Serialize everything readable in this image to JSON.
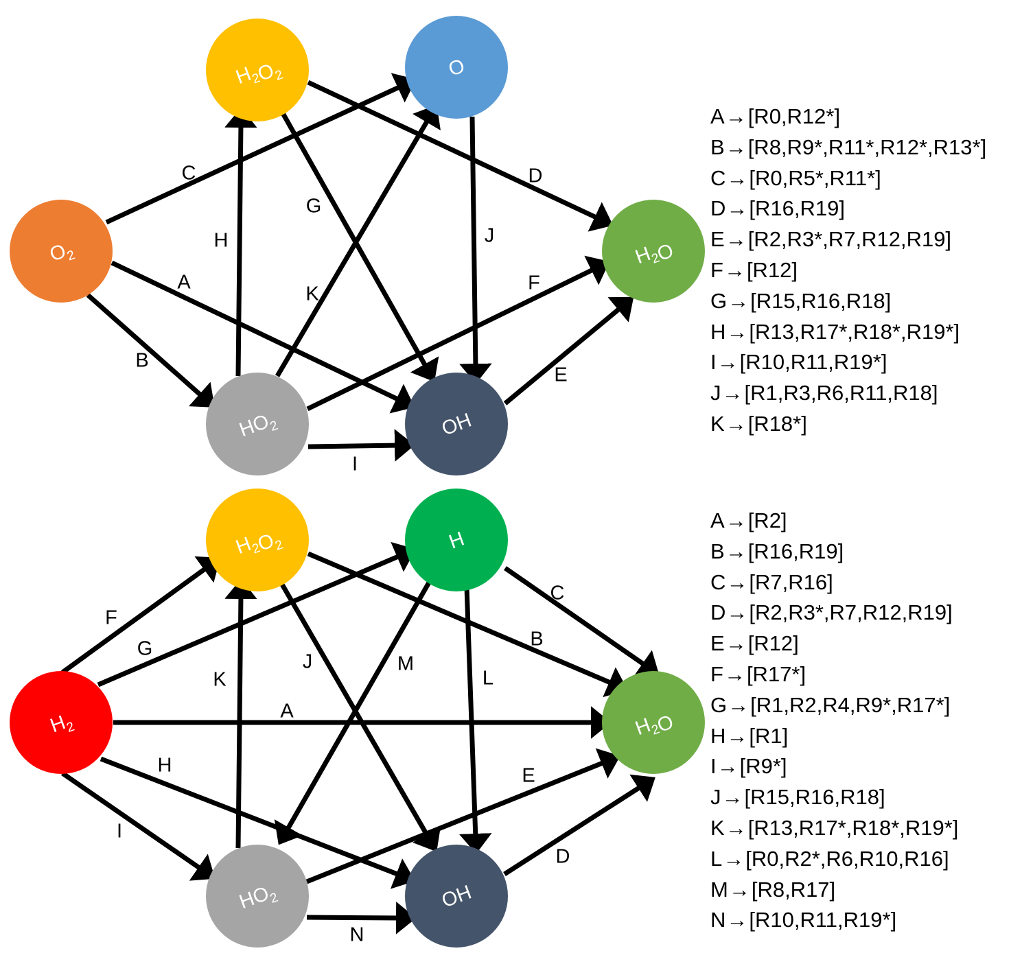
{
  "colors": {
    "O2": "#ED7D31",
    "H2O2": "#FFC000",
    "O": "#5B9BD5",
    "H2O": "#70AD47",
    "HO2": "#A5A5A5",
    "OH": "#44546A",
    "H2": "#FF0000",
    "H": "#00B050",
    "edge": "#000000"
  },
  "arrow_glyph": "→",
  "top": {
    "nodes": [
      {
        "id": "O2",
        "base": "O",
        "sub": "2",
        "post": "",
        "color_key": "O2"
      },
      {
        "id": "H2O2",
        "base": "H",
        "sub": "2",
        "post": "O",
        "sub2": "2",
        "color_key": "H2O2"
      },
      {
        "id": "O",
        "base": "O",
        "sub": "",
        "post": "",
        "color_key": "O"
      },
      {
        "id": "H2O",
        "base": "H",
        "sub": "2",
        "post": "O",
        "color_key": "H2O"
      },
      {
        "id": "HO2",
        "base": "HO",
        "sub": "2",
        "post": "",
        "color_key": "HO2"
      },
      {
        "id": "OH",
        "base": "OH",
        "sub": "",
        "post": "",
        "color_key": "OH"
      }
    ],
    "edges": [
      {
        "label": "A",
        "from": "O2",
        "to": "OH"
      },
      {
        "label": "B",
        "from": "O2",
        "to": "HO2"
      },
      {
        "label": "C",
        "from": "O2",
        "to": "O"
      },
      {
        "label": "D",
        "from": "H2O2",
        "to": "H2O"
      },
      {
        "label": "E",
        "from": "OH",
        "to": "H2O"
      },
      {
        "label": "F",
        "from": "HO2",
        "to": "H2O"
      },
      {
        "label": "G",
        "from": "H2O2",
        "to": "OH"
      },
      {
        "label": "H",
        "from": "HO2",
        "to": "H2O2"
      },
      {
        "label": "I",
        "from": "HO2",
        "to": "OH"
      },
      {
        "label": "J",
        "from": "O",
        "to": "OH"
      },
      {
        "label": "K",
        "from": "HO2",
        "to": "O"
      }
    ],
    "legend": [
      {
        "key": "A",
        "value": "[R0,R12*]"
      },
      {
        "key": "B",
        "value": "[R8,R9*,R11*,R12*,R13*]"
      },
      {
        "key": "C",
        "value": "[R0,R5*,R11*]"
      },
      {
        "key": "D",
        "value": "[R16,R19]"
      },
      {
        "key": "E",
        "value": "[R2,R3*,R7,R12,R19]"
      },
      {
        "key": "F",
        "value": "[R12]"
      },
      {
        "key": "G",
        "value": "[R15,R16,R18]"
      },
      {
        "key": "H",
        "value": "[R13,R17*,R18*,R19*]"
      },
      {
        "key": "I",
        "value": "[R10,R11,R19*]"
      },
      {
        "key": "J",
        "value": "[R1,R3,R6,R11,R18]"
      },
      {
        "key": "K",
        "value": "[R18*]"
      }
    ]
  },
  "bottom": {
    "nodes": [
      {
        "id": "H2",
        "base": "H",
        "sub": "2",
        "post": "",
        "color_key": "H2"
      },
      {
        "id": "H2O2",
        "base": "H",
        "sub": "2",
        "post": "O",
        "sub2": "2",
        "color_key": "H2O2"
      },
      {
        "id": "H",
        "base": "H",
        "sub": "",
        "post": "",
        "color_key": "H"
      },
      {
        "id": "H2O",
        "base": "H",
        "sub": "2",
        "post": "O",
        "color_key": "H2O"
      },
      {
        "id": "HO2",
        "base": "HO",
        "sub": "2",
        "post": "",
        "color_key": "HO2"
      },
      {
        "id": "OH",
        "base": "OH",
        "sub": "",
        "post": "",
        "color_key": "OH"
      }
    ],
    "edges": [
      {
        "label": "A",
        "from": "H2",
        "to": "H2O"
      },
      {
        "label": "B",
        "from": "H2O2",
        "to": "H2O"
      },
      {
        "label": "C",
        "from": "H",
        "to": "H2O"
      },
      {
        "label": "D",
        "from": "OH",
        "to": "H2O"
      },
      {
        "label": "E",
        "from": "HO2",
        "to": "H2O"
      },
      {
        "label": "F",
        "from": "H2",
        "to": "H2O2"
      },
      {
        "label": "G",
        "from": "H2",
        "to": "H"
      },
      {
        "label": "H",
        "from": "H2",
        "to": "OH"
      },
      {
        "label": "I",
        "from": "H2",
        "to": "HO2"
      },
      {
        "label": "J",
        "from": "H2O2",
        "to": "OH"
      },
      {
        "label": "K",
        "from": "HO2",
        "to": "H2O2"
      },
      {
        "label": "L",
        "from": "H",
        "to": "OH"
      },
      {
        "label": "M",
        "from": "H",
        "to": "HO2"
      },
      {
        "label": "N",
        "from": "HO2",
        "to": "OH"
      }
    ],
    "legend": [
      {
        "key": "A",
        "value": "[R2]"
      },
      {
        "key": "B",
        "value": "[R16,R19]"
      },
      {
        "key": "C",
        "value": "[R7,R16]"
      },
      {
        "key": "D",
        "value": "[R2,R3*,R7,R12,R19]"
      },
      {
        "key": "E",
        "value": "[R12]"
      },
      {
        "key": "F",
        "value": "[R17*]"
      },
      {
        "key": "G",
        "value": "[R1,R2,R4,R9*,R17*]"
      },
      {
        "key": "H",
        "value": "[R1]"
      },
      {
        "key": "I",
        "value": "[R9*]"
      },
      {
        "key": "J",
        "value": "[R15,R16,R18]"
      },
      {
        "key": "K",
        "value": "[R13,R17*,R18*,R19*]"
      },
      {
        "key": "L",
        "value": "[R0,R2*,R6,R10,R16]"
      },
      {
        "key": "M",
        "value": "[R8,R17]"
      },
      {
        "key": "N",
        "value": "[R10,R11,R19*]"
      }
    ]
  }
}
